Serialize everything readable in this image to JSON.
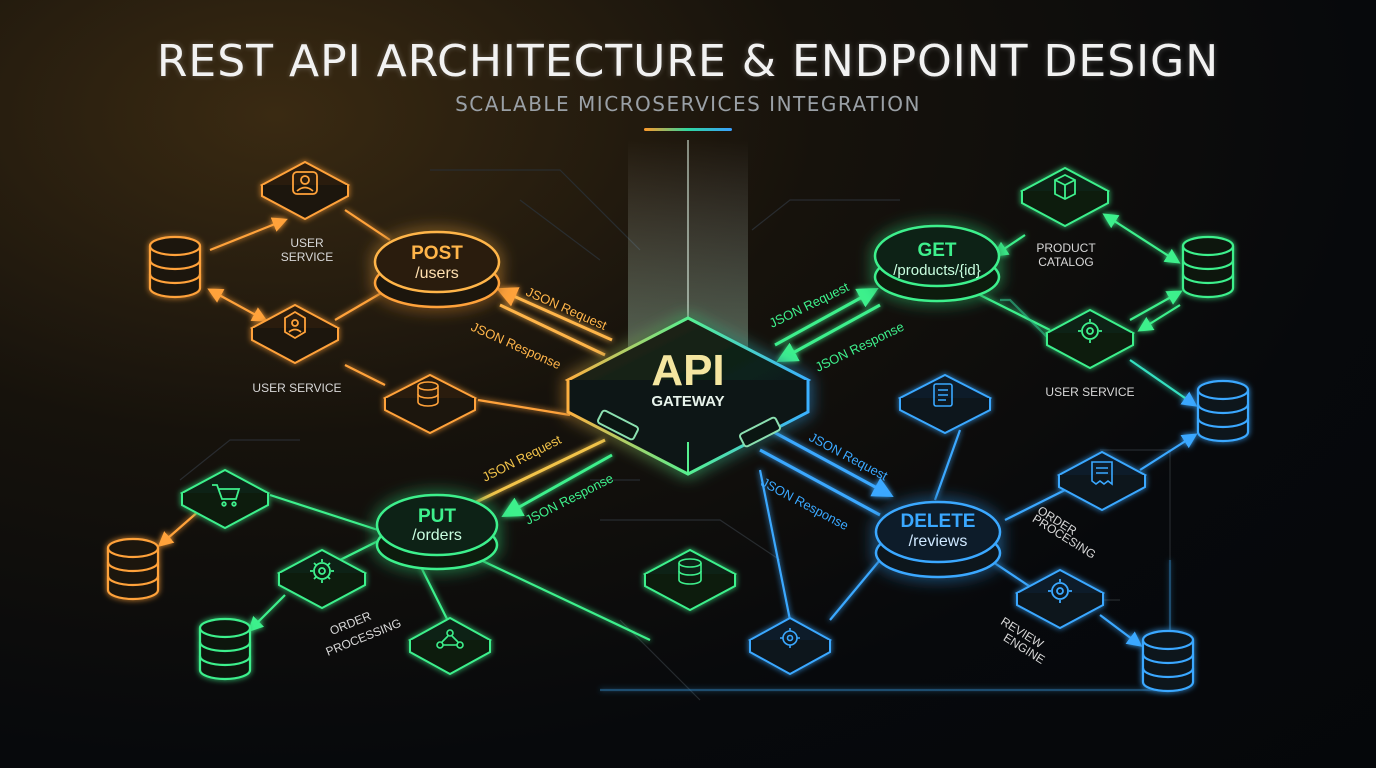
{
  "header": {
    "title": "REST API ARCHITECTURE & ENDPOINT DESIGN",
    "subtitle": "SCALABLE MICROSERVICES INTEGRATION"
  },
  "colors": {
    "orange": "#ffa23a",
    "green": "#3ef08c",
    "teal": "#36e0c0",
    "blue": "#3aa8ff"
  },
  "gateway": {
    "title": "API",
    "subtitle": "GATEWAY"
  },
  "endpoints": {
    "post": {
      "method": "POST",
      "path": "/users"
    },
    "get": {
      "method": "GET",
      "path": "/products/{id}"
    },
    "put": {
      "method": "PUT",
      "path": "/orders"
    },
    "delete": {
      "method": "DELETE",
      "path": "/reviews"
    }
  },
  "flows": {
    "request": "JSON Request",
    "response": "JSON Response"
  },
  "services": {
    "user_service_top": [
      "USER",
      "SERVICE"
    ],
    "user_service_left": "USER SERVICE",
    "product_catalog": [
      "PRODUCT",
      "CATALOG"
    ],
    "user_service_right": "USER SERVICE",
    "order_processing_left": [
      "ORDER",
      "PROCESSING"
    ],
    "order_processing_right": [
      "ORDER",
      "PROCESING"
    ],
    "review_engine": [
      "REVIEW",
      "ENGINE"
    ]
  },
  "icons": {
    "user": "user-icon",
    "user_badge": "user-badge-icon",
    "database": "database-icon",
    "cart": "cart-icon",
    "gear": "gear-icon",
    "package": "package-icon",
    "document": "document-icon",
    "receipt": "receipt-icon",
    "network": "network-icon"
  }
}
